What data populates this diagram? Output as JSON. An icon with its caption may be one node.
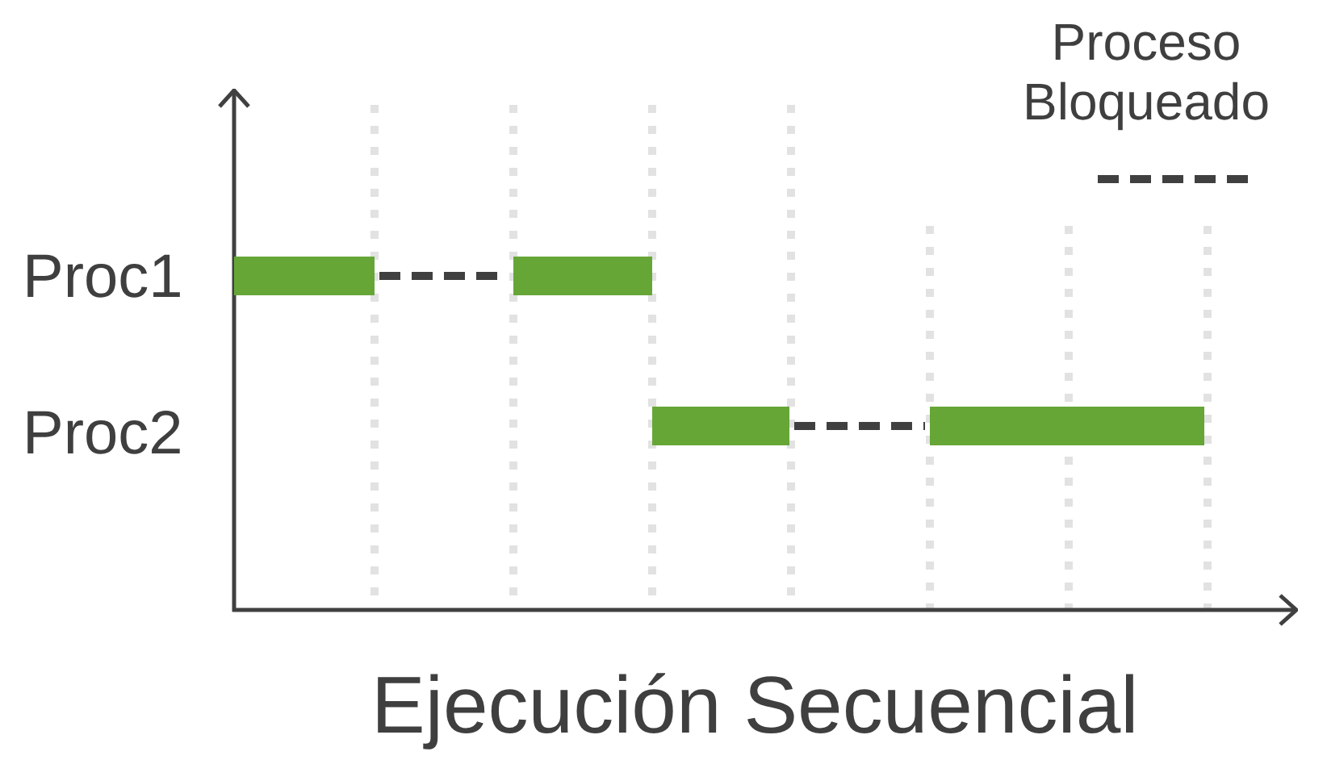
{
  "diagram": {
    "caption": "Ejecución Secuencial",
    "labels": [
      "Proc1",
      "Proc2"
    ],
    "legend": [
      {
        "text": "Proceso Bloqueado"
      }
    ]
  }
}
